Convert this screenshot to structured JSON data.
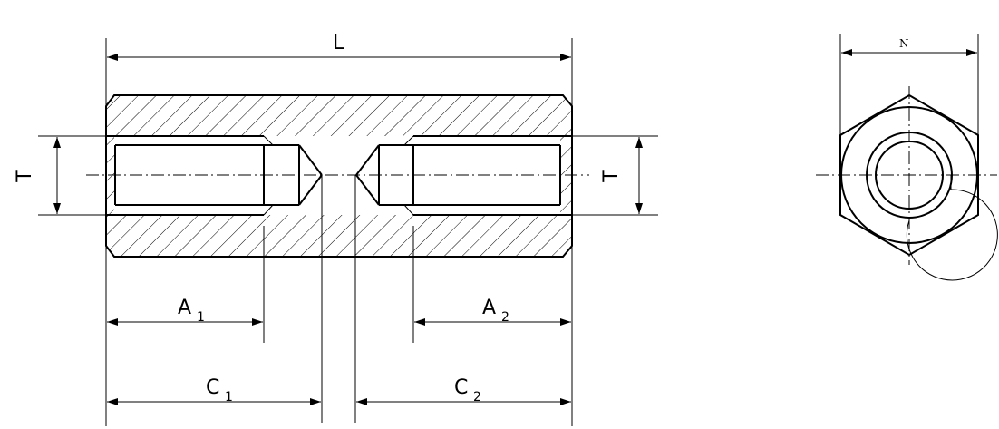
{
  "labels": {
    "length": "L",
    "thread_left": "T",
    "thread_right": "T",
    "across_flats": "N",
    "a1_letter": "A",
    "a1_sub": "1",
    "a2_letter": "A",
    "a2_sub": "2",
    "c1_letter": "C",
    "c1_sub": "1",
    "c2_letter": "C",
    "c2_sub": "2"
  },
  "colors": {
    "line": "#000000",
    "background": "#ffffff"
  }
}
